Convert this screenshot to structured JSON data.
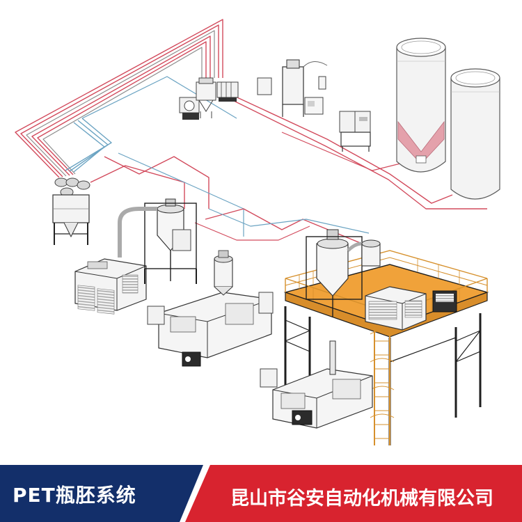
{
  "diagram": {
    "product_title": "PET瓶胚系统",
    "company_name": "昆山市谷安自动化机械有限公司",
    "colors": {
      "title_band": "#132f6a",
      "company_band": "#d8232f",
      "red_pipe": "#d24a5c",
      "blue_pipe": "#6aa3c2",
      "gray_pipe": "#8c8c8c",
      "platform_floor": "#f0a23a",
      "platform_frame": "#1e1e1e",
      "silo_fill": "#f3f3f3",
      "silo_cone": "#e4a1ab"
    },
    "components": [
      {
        "name": "raw-material-silo",
        "count": 2
      },
      {
        "name": "loader-station-central",
        "count": 1
      },
      {
        "name": "crystallizer-dryer",
        "count": 2
      },
      {
        "name": "dehumidifier-unit",
        "count": 2
      },
      {
        "name": "injection-molding-machine",
        "count": 2
      },
      {
        "name": "mold-temperature-controller",
        "count": 2
      },
      {
        "name": "mezzanine-steel-platform",
        "count": 1
      }
    ]
  }
}
